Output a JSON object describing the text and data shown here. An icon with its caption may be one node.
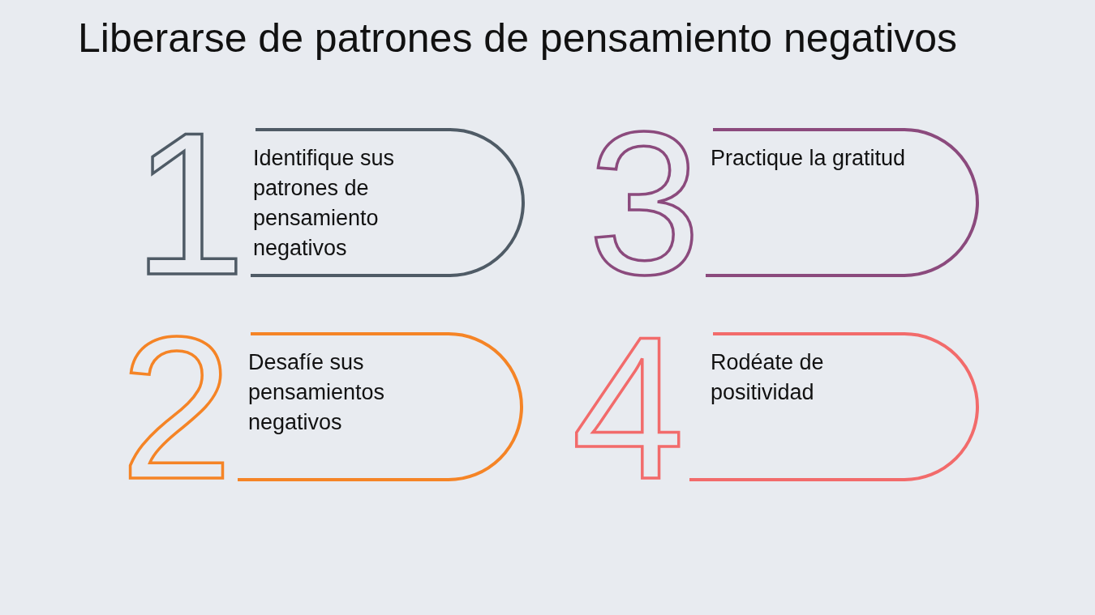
{
  "diagram": {
    "title": "Liberarse de patrones de pensamiento negativos",
    "nodes": [
      {
        "text": [
          "1",
          "Identifique sus patrones de pensamiento negativos"
        ]
      },
      {
        "text": [
          "2",
          "Desafíe sus pensamientos negativos"
        ]
      },
      {
        "text": [
          "3",
          "Practique la gratitud"
        ]
      },
      {
        "text": [
          "4",
          "Rodéate de positividad"
        ]
      }
    ]
  }
}
